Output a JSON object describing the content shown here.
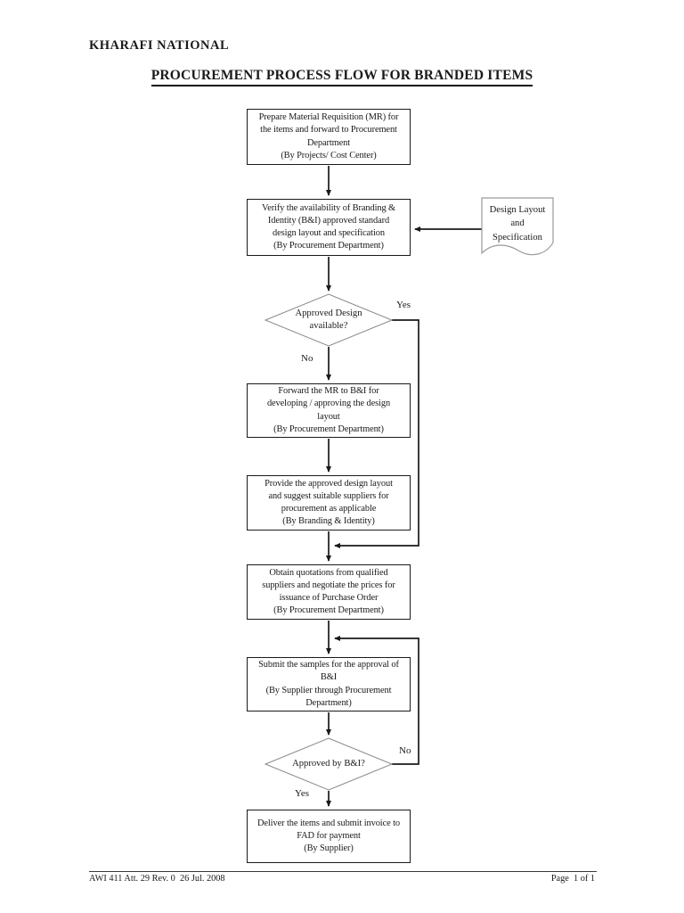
{
  "header": {
    "company": "KHARAFI NATIONAL",
    "title": "PROCUREMENT PROCESS FLOW FOR BRANDED ITEMS"
  },
  "flow": {
    "box_prepare": "Prepare Material Requisition (MR) for\nthe items and forward to Procurement\nDepartment\n(By Projects/ Cost Center)",
    "box_verify": "Verify the availability of Branding &\nIdentity (B&I) approved standard\ndesign layout and specification\n(By Procurement Department)",
    "doc_design": "Design Layout\nand\nSpecification",
    "decision_design": "Approved Design\navailable?",
    "label_yes1": "Yes",
    "label_no1": "No",
    "box_forward": "Forward the MR to B&I for\ndeveloping / approving the design\nlayout\n(By Procurement Department)",
    "box_provide": "Provide the approved design layout\nand suggest suitable suppliers for\nprocurement as applicable\n(By Branding & Identity)",
    "box_obtain": "Obtain quotations from qualified\nsuppliers and negotiate the prices for\nissuance of Purchase Order\n(By Procurement Department)",
    "box_submit": "Submit the samples for the approval of\nB&I\n(By Supplier through Procurement\nDepartment)",
    "decision_bi": "Approved by B&I?",
    "label_no2": "No",
    "label_yes2": "Yes",
    "box_deliver": "Deliver the items and submit invoice to\nFAD for payment\n(By Supplier)"
  },
  "footer": {
    "left": "AWI 411 Att. 29 Rev. 0  26 Jul. 2008",
    "right": "Page  1 of 1"
  },
  "colors": {
    "line": "#1a1a1a",
    "diamond_stroke": "#8a8a8a",
    "document_stroke": "#9a9a9a",
    "text": "#1a1a1a"
  }
}
